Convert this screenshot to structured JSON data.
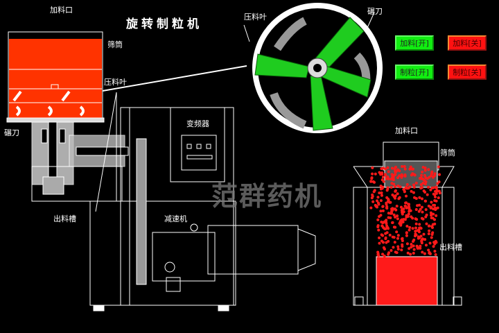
{
  "title": "旋转制粒机",
  "watermark": "范群药机",
  "labels": {
    "feed_inlet_left": "加料口",
    "screen_left": "筛筒",
    "press_blade_left": "压料叶",
    "roller_knife_left": "碾刀",
    "inverter": "变频器",
    "outlet_left": "出料槽",
    "reducer": "减速机",
    "press_blade_zoom": "压料叶",
    "roller_knife_zoom": "碾刀",
    "feed_inlet_right": "加料口",
    "screen_right": "筛筒",
    "outlet_right": "出料槽"
  },
  "buttons": {
    "feed_on": "加料[开]",
    "feed_off": "加料[关]",
    "granulate_on": "制粒[开]",
    "granulate_off": "制粒[关]"
  },
  "colors": {
    "material": "#ff3300",
    "on": "#11ee11",
    "off": "#ff1111",
    "blade": "#1fcc1f",
    "particle": "#ff1a1a"
  }
}
